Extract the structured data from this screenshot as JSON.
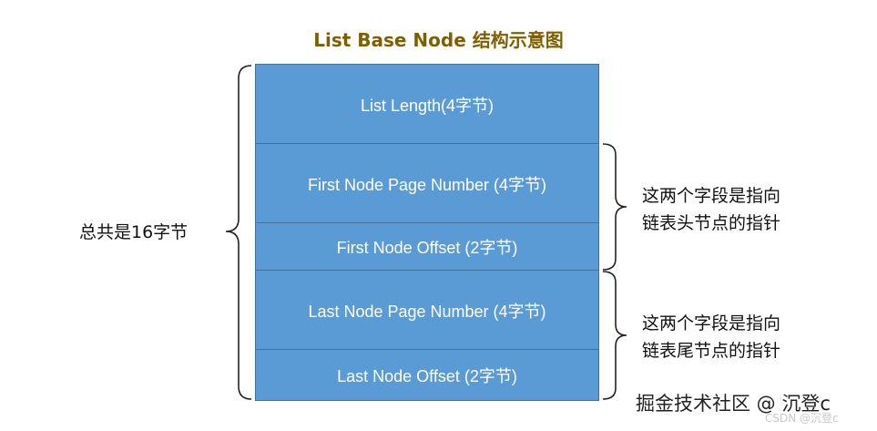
{
  "title": "List Base Node 结构示意图",
  "fields": [
    {
      "label": "List Length(4字节)"
    },
    {
      "label": "First Node Page Number (4字节)"
    },
    {
      "label": "First Node Offset (2字节)"
    },
    {
      "label": "Last Node Page Number (4字节)"
    },
    {
      "label": "Last Node Offset (2字节)"
    }
  ],
  "annotations": {
    "total": "总共是16字节",
    "first_line1": "这两个字段是指向",
    "first_line2": "链表头节点的指针",
    "last_line1": "这两个字段是指向",
    "last_line2": "链表尾节点的指针"
  },
  "watermark": {
    "main": "掘金技术社区 @ 沉登c",
    "small": "CSDN @沉登c"
  },
  "colors": {
    "cell_fill": "#5b9bd5",
    "cell_border": "#41719c",
    "title": "#7f6000"
  }
}
